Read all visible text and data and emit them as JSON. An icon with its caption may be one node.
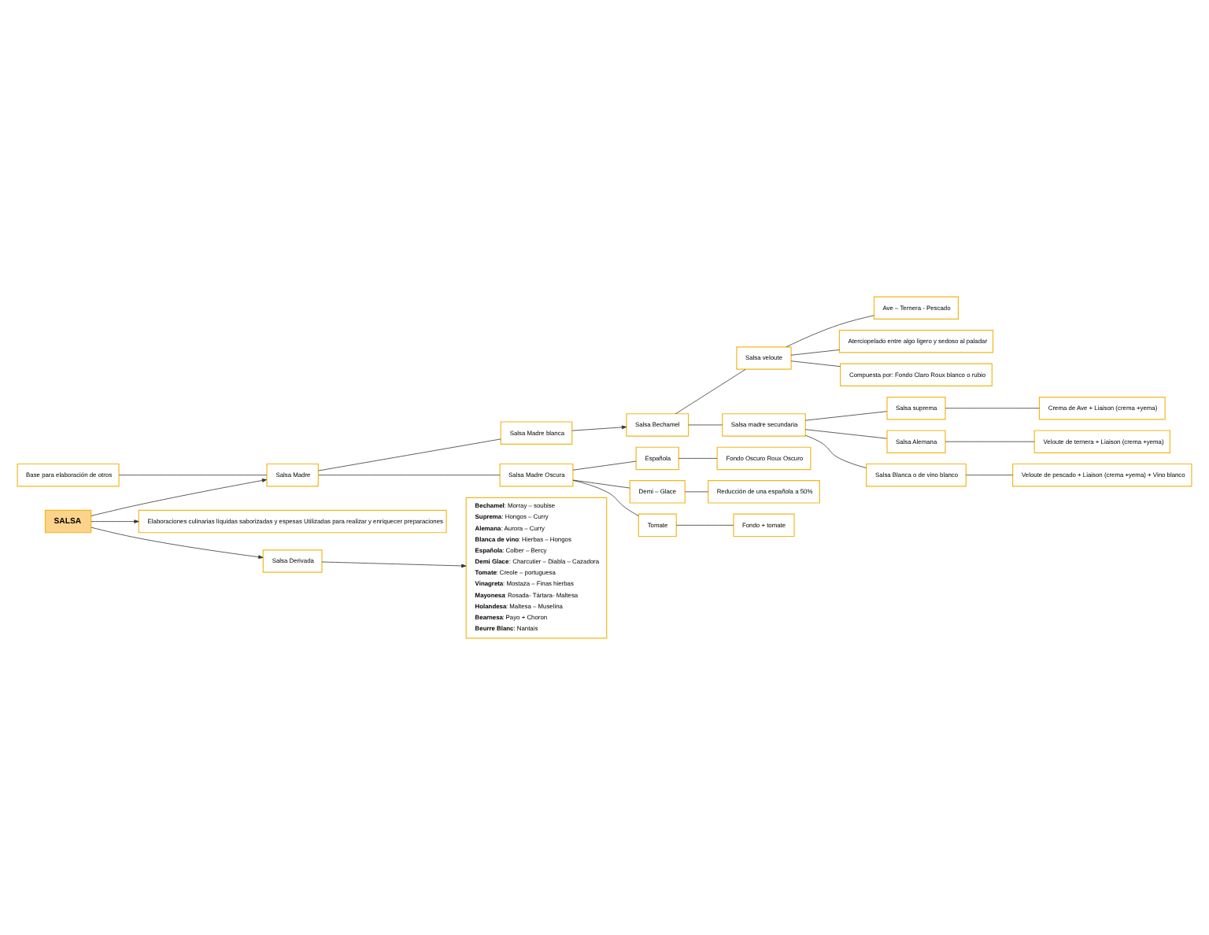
{
  "diagram": {
    "nodes": [
      {
        "text": [
          "Base para elaboración de otros"
        ]
      },
      {
        "text": [
          "Elaboraciones culinarias líquidas saborizadas y espesas Utilizadas para realizar y enriquecer preparaciones"
        ]
      },
      {
        "text": [
          "Salsa Madre"
        ]
      },
      {
        "text": [
          "SALSA"
        ]
      },
      {
        "text": [
          "Salsa Derivada"
        ]
      },
      {
        "text": [
          "**Bechamel**: Morray – soubise",
          "**Suprema**: Hongos – Curry",
          "**Alemana**: Aurora – Curry",
          "**Blanca de vino**: Hierbas – Hongos",
          "**Española**: Colber – Bercy",
          "**Demi Glace**: Charcutier – Diabla – Cazadora",
          "**Tomate**: Creole – portuguesa",
          "**Vinagreta**: Mostaza – Finas hierbas",
          "**Mayonesa**: Rosada- Tártara- Maltesa",
          "**Holandesa**: Maltesa – Muselina",
          "**Bearnesa**: Payo + Choron",
          "**Beurre Blanc**: Nantais"
        ]
      },
      {
        "text": [
          "Salsa Madre blanca"
        ]
      },
      {
        "text": [
          "Salsa Madre Oscura"
        ]
      },
      {
        "text": [
          "Salsa Bechamel"
        ]
      },
      {
        "text": [
          "Salsa veloute"
        ]
      },
      {
        "text": [
          "Ave – Ternera - Pescado"
        ]
      },
      {
        "text": [
          "Aterciopelado entre algo ligero y sedoso al paladar"
        ]
      },
      {
        "text": [
          "Compuesta por: Fondo Claro Roux blanco o rubio"
        ]
      },
      {
        "text": [
          "Española"
        ]
      },
      {
        "text": [
          "Fondo Oscuro Roux Oscuro"
        ]
      },
      {
        "text": [
          "Demi – Glace"
        ]
      },
      {
        "text": [
          "Reducción de una española a 50%"
        ]
      },
      {
        "text": [
          "Tomate"
        ]
      },
      {
        "text": [
          "Fondo + tomate"
        ]
      },
      {
        "text": [
          "Salsa suprema"
        ]
      },
      {
        "text": [
          "Crema de Ave + Liaison (crema +yema)"
        ]
      },
      {
        "text": [
          "Salsa madre secundaria"
        ]
      },
      {
        "text": [
          "Salsa Alemana"
        ]
      },
      {
        "text": [
          "Veloute de ternera + Liaison (crema +yema)"
        ]
      },
      {
        "text": [
          "Salsa Blanca o de vino blanco"
        ]
      },
      {
        "text": [
          "Veloute de pescado + Liaison (crema +yema) + Vino blanco"
        ]
      }
    ],
    "edges": [
      {
        "from": 3,
        "to": 1,
        "arrow": "to"
      },
      {
        "from": 3,
        "to": 2,
        "arrow": "to"
      },
      {
        "from": 3,
        "to": 4,
        "arrow": "to"
      },
      {
        "from": 4,
        "to": 5,
        "arrow": "to"
      },
      {
        "from": 0,
        "to": 2,
        "arrow": "none"
      },
      {
        "from": 2,
        "to": 6,
        "arrow": "none"
      },
      {
        "from": 2,
        "to": 7,
        "arrow": "none"
      },
      {
        "from": 6,
        "to": 8,
        "arrow": "to"
      },
      {
        "from": 8,
        "to": 9,
        "arrow": "none"
      },
      {
        "from": 8,
        "to": 21,
        "arrow": "none"
      },
      {
        "from": 9,
        "to": 10,
        "arrow": "none"
      },
      {
        "from": 9,
        "to": 11,
        "arrow": "none"
      },
      {
        "from": 9,
        "to": 12,
        "arrow": "none"
      },
      {
        "from": 7,
        "to": 13,
        "arrow": "none"
      },
      {
        "from": 7,
        "to": 15,
        "arrow": "none"
      },
      {
        "from": 7,
        "to": 17,
        "arrow": "none"
      },
      {
        "from": 13,
        "to": 14,
        "arrow": "none"
      },
      {
        "from": 15,
        "to": 16,
        "arrow": "none"
      },
      {
        "from": 17,
        "to": 18,
        "arrow": "none"
      },
      {
        "from": 21,
        "to": 19,
        "arrow": "none"
      },
      {
        "from": 21,
        "to": 22,
        "arrow": "none"
      },
      {
        "from": 21,
        "to": 24,
        "arrow": "none"
      },
      {
        "from": 19,
        "to": 20,
        "arrow": "none"
      },
      {
        "from": 22,
        "to": 23,
        "arrow": "none"
      },
      {
        "from": 24,
        "to": 25,
        "arrow": "none"
      }
    ]
  }
}
